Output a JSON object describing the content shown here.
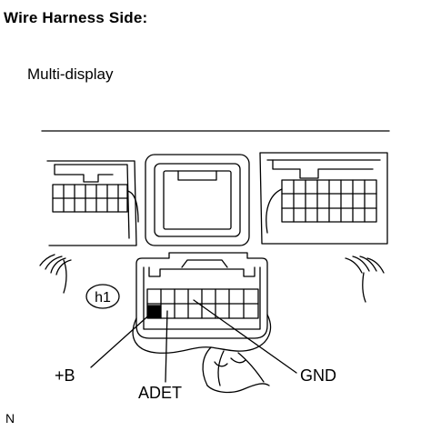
{
  "header": {
    "title": "Wire Harness Side:",
    "component": "Multi-display"
  },
  "connector": {
    "code": "h1"
  },
  "pins": {
    "plus_b": "+B",
    "adet": "ADET",
    "gnd": "GND"
  },
  "figure": {
    "corner_mark": "N"
  }
}
